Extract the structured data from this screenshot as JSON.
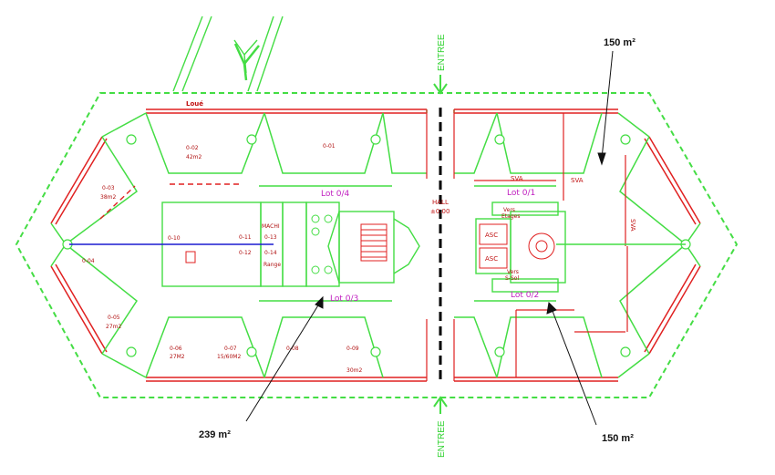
{
  "plan": {
    "leased_label": "Loué",
    "entrance_label": "ENTREE",
    "hall_label": "HALL",
    "hall_level": "±0.00",
    "lots": [
      "Lot 0/4",
      "Lot 0/1",
      "Lot 0/3",
      "Lot 0/2"
    ],
    "svc": [
      "SVA",
      "SVA",
      "SVA"
    ],
    "lifts": [
      "ASC",
      "ASC"
    ],
    "misc": [
      "MACHI",
      "Range",
      "Vers",
      "Etages",
      "Vers",
      "S-Sol"
    ],
    "rooms": [
      {
        "code": "0-02",
        "area": "42m2"
      },
      {
        "code": "0-01",
        "area": ""
      },
      {
        "code": "0-03",
        "area": "38m2"
      },
      {
        "code": "0-04",
        "area": ""
      },
      {
        "code": "0-10",
        "area": ""
      },
      {
        "code": "0-11",
        "area": ""
      },
      {
        "code": "0-12",
        "area": ""
      },
      {
        "code": "0-13",
        "area": ""
      },
      {
        "code": "0-14",
        "area": ""
      },
      {
        "code": "0-05",
        "area": "27m2"
      },
      {
        "code": "0-06",
        "area": "27M2"
      },
      {
        "code": "0-07",
        "area": "15/60M2"
      },
      {
        "code": "0-08",
        "area": ""
      },
      {
        "code": "0-09",
        "area": "30m2"
      }
    ],
    "annotations": [
      {
        "text": "150 m²"
      },
      {
        "text": "239 m²"
      },
      {
        "text": "150 m²"
      }
    ]
  },
  "colors": {
    "outline": "#44dd44",
    "walls": "#e02020",
    "axis": "#1c1cd0",
    "corridor": "#000000",
    "lot_text": "#c020c0"
  }
}
